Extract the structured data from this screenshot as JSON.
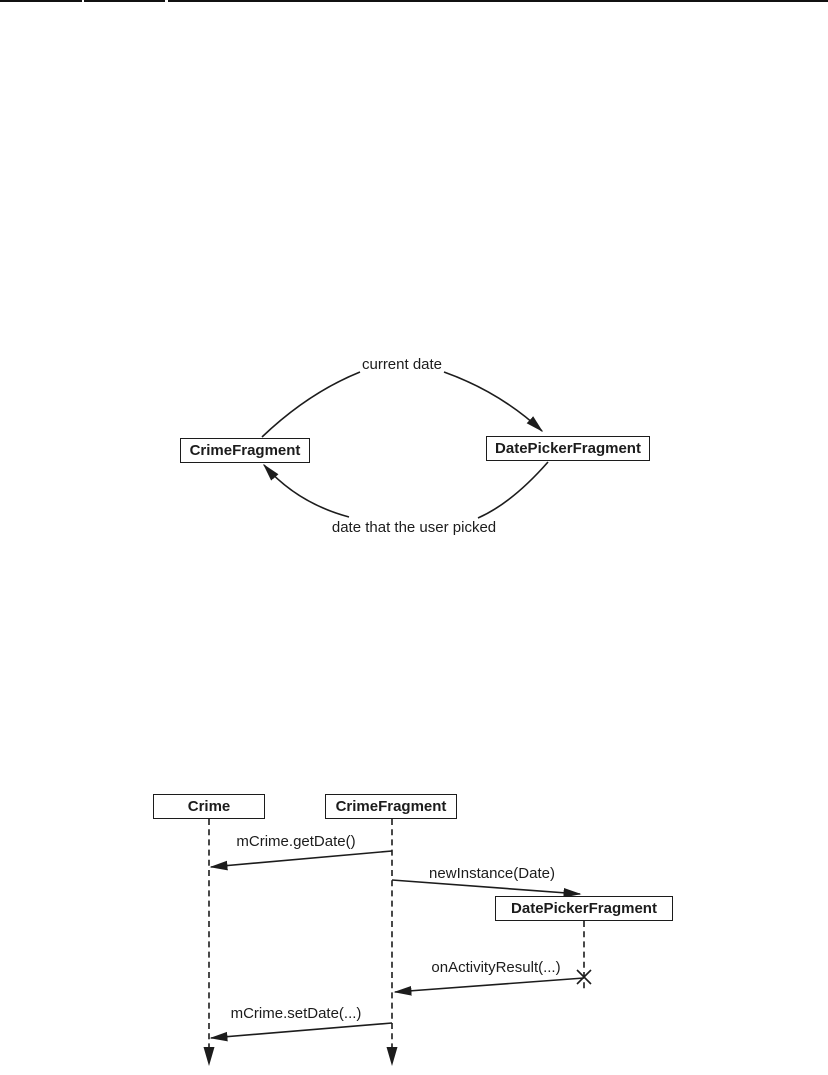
{
  "canvas": {
    "background": "#ffffff",
    "ink": "#1c1c1c"
  },
  "flow_diagram": {
    "nodes": {
      "crime_fragment": {
        "label": "CrimeFragment"
      },
      "date_picker_fragment": {
        "label": "DatePickerFragment"
      }
    },
    "edges": {
      "to_picker": {
        "label": "current date",
        "from": "CrimeFragment",
        "to": "DatePickerFragment"
      },
      "to_crime": {
        "label": "date that the user picked",
        "from": "DatePickerFragment",
        "to": "CrimeFragment"
      }
    }
  },
  "sequence_diagram": {
    "lifelines": {
      "crime": {
        "label": "Crime"
      },
      "crime_fragment": {
        "label": "CrimeFragment"
      },
      "date_picker_fragment": {
        "label": "DatePickerFragment"
      }
    },
    "messages": {
      "get_date": {
        "label": "mCrime.getDate()",
        "from": "CrimeFragment",
        "to": "Crime"
      },
      "new_instance": {
        "label": "newInstance(Date)",
        "from": "CrimeFragment",
        "to": "DatePickerFragment"
      },
      "on_activity_result": {
        "label": "onActivityResult(...)",
        "from": "DatePickerFragment",
        "to": "CrimeFragment"
      },
      "set_date": {
        "label": "mCrime.setDate(...)",
        "from": "CrimeFragment",
        "to": "Crime"
      }
    }
  }
}
